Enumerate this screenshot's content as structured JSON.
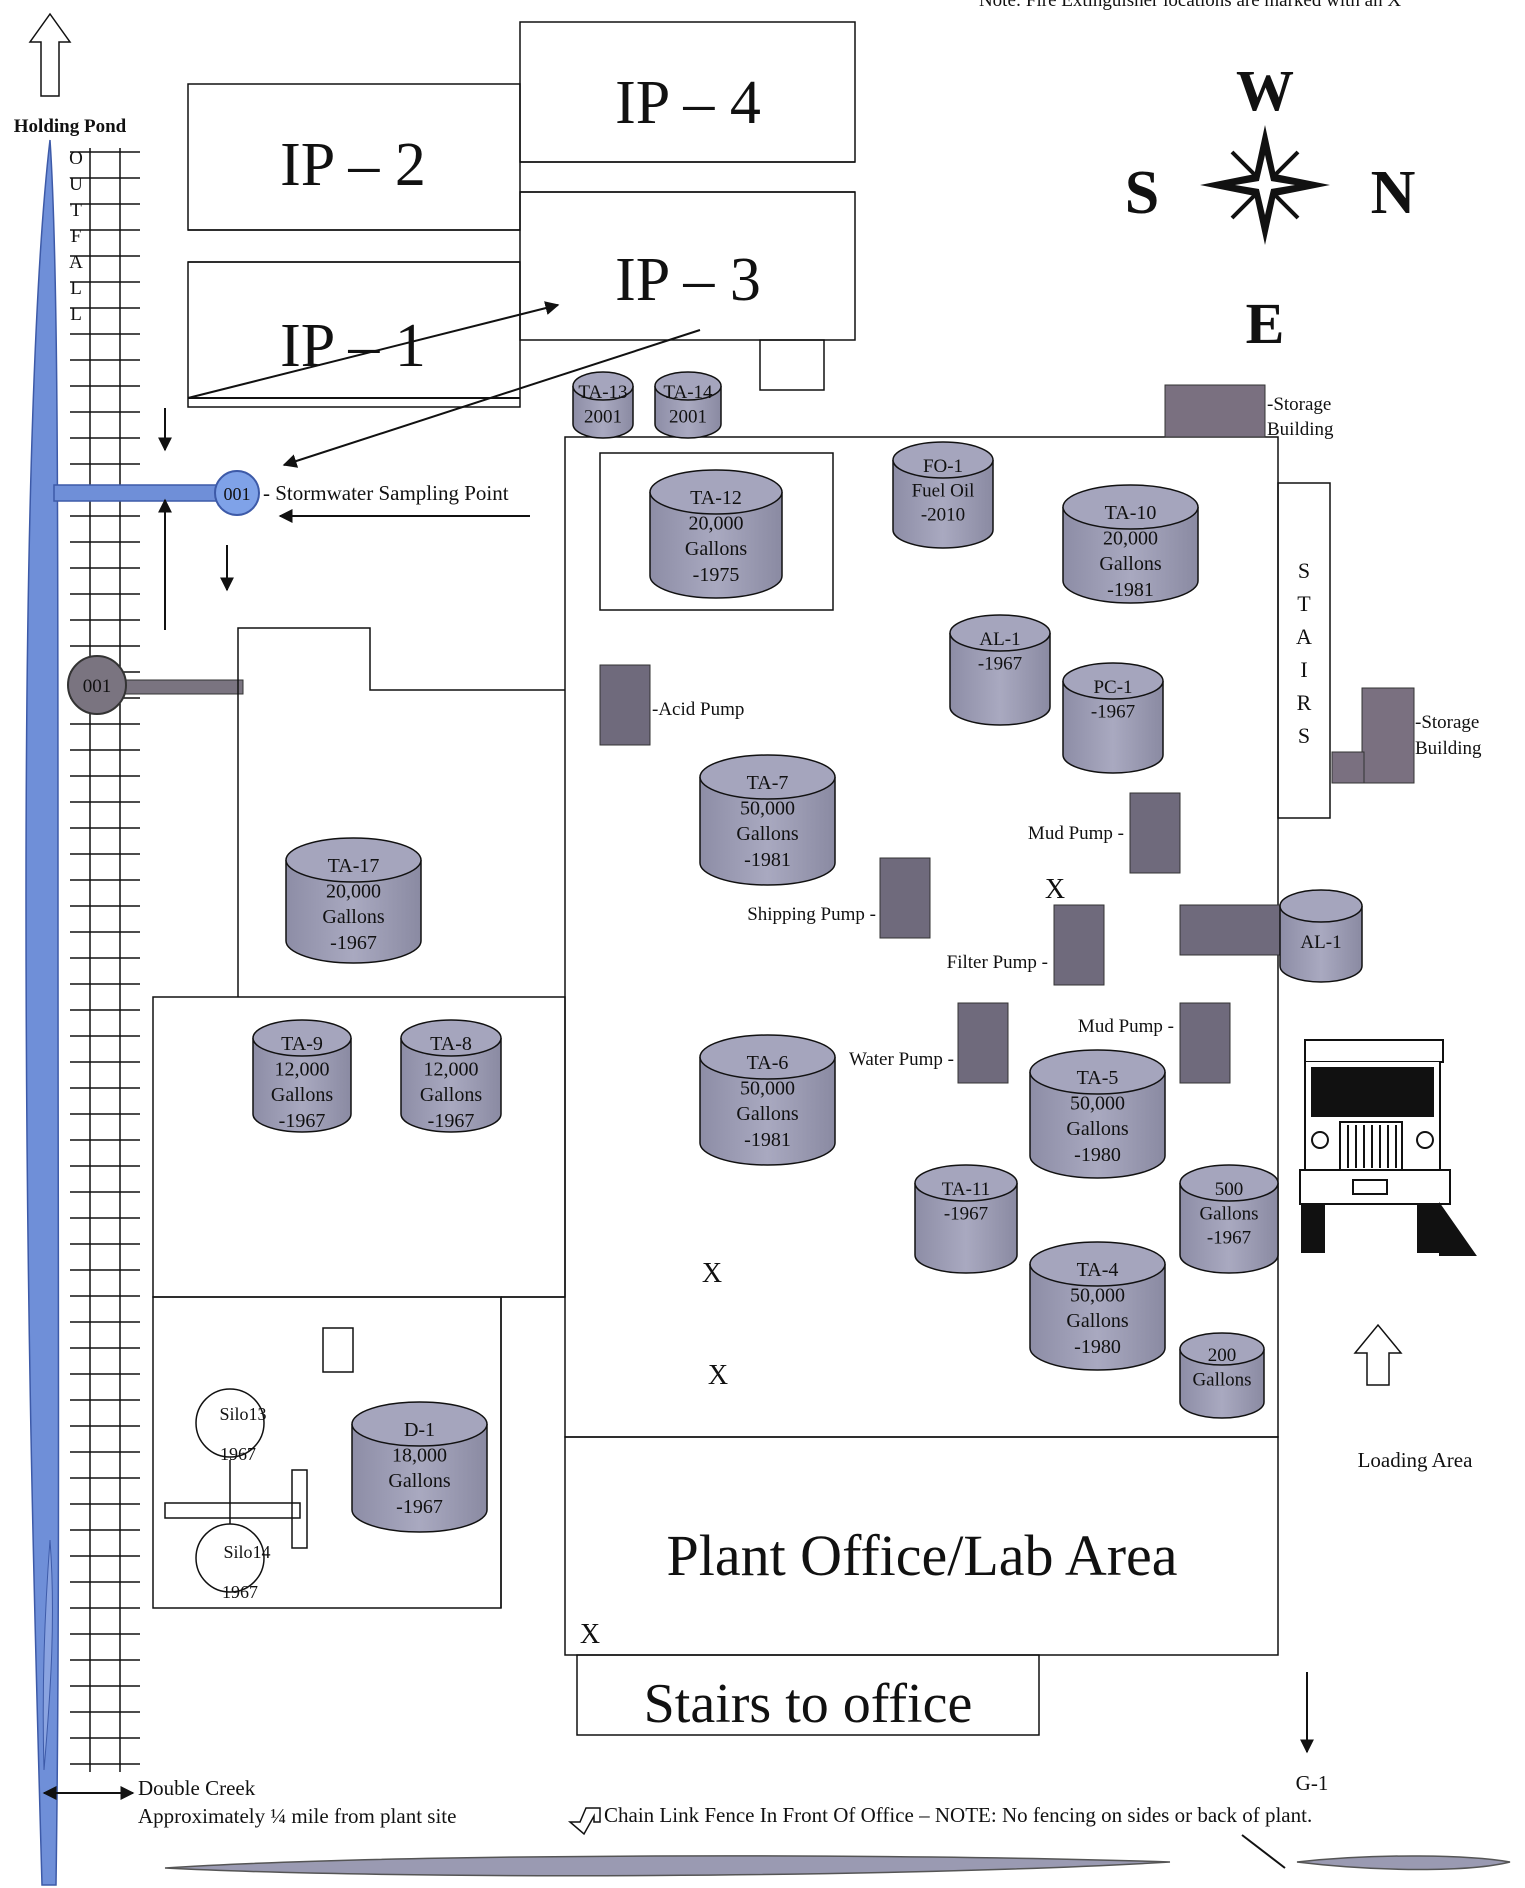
{
  "note": "Note: Fire Extinguisher locations are marked with an X",
  "compass": {
    "w": "W",
    "s": "S",
    "n": "N",
    "e": "E"
  },
  "impoundments": {
    "ip4": "IP – 4",
    "ip2": "IP – 2",
    "ip3": "IP – 3",
    "ip1": "IP – 1"
  },
  "holding_pond": "Holding Pond",
  "outfall_letters": [
    "O",
    "U",
    "T",
    "F",
    "A",
    "L",
    "L"
  ],
  "sampling_point": {
    "id": "001",
    "label": "- Stormwater Sampling Point"
  },
  "outfall_001": "001",
  "tanks": {
    "ta13": [
      "TA-13",
      "2001"
    ],
    "ta14": [
      "TA-14",
      "2001"
    ],
    "ta12": [
      "TA-12",
      "20,000",
      "Gallons",
      "-1975"
    ],
    "fo1": [
      "FO-1",
      "Fuel Oil",
      "-2010"
    ],
    "ta10": [
      "TA-10",
      "20,000",
      "Gallons",
      "-1981"
    ],
    "al1a": [
      "AL-1",
      "-1967"
    ],
    "pc1": [
      "PC-1",
      "-1967"
    ],
    "ta7": [
      "TA-7",
      "50,000",
      "Gallons",
      "-1981"
    ],
    "ta17": [
      "TA-17",
      "20,000",
      "Gallons",
      "-1967"
    ],
    "al1b": [
      "AL-1"
    ],
    "ta9": [
      "TA-9",
      "12,000",
      "Gallons",
      "-1967"
    ],
    "ta8": [
      "TA-8",
      "12,000",
      "Gallons",
      "-1967"
    ],
    "ta6": [
      "TA-6",
      "50,000",
      "Gallons",
      "-1981"
    ],
    "ta5": [
      "TA-5",
      "50,000",
      "Gallons",
      "-1980"
    ],
    "ta11": [
      "TA-11",
      "-1967"
    ],
    "t500": [
      "500",
      "Gallons",
      "-1967"
    ],
    "ta4": [
      "TA-4",
      "50,000",
      "Gallons",
      "-1980"
    ],
    "t200": [
      "200",
      "Gallons"
    ],
    "d1": [
      "D-1",
      "18,000",
      "Gallons",
      "-1967"
    ]
  },
  "silos": {
    "silo13": [
      "Silo13",
      "1967"
    ],
    "silo14": [
      "Silo14",
      "1967"
    ]
  },
  "labels": {
    "storage1": [
      "-Storage",
      "Building"
    ],
    "storage2": [
      "-Storage",
      "Building"
    ],
    "stairs_letters": [
      "S",
      "T",
      "A",
      "I",
      "R",
      "S"
    ],
    "acid_pump": "-Acid Pump",
    "mud_pump_1": "Mud Pump -",
    "shipping_pump": "Shipping Pump -",
    "filter_pump": "Filter Pump -",
    "mud_pump_2": "Mud Pump -",
    "water_pump": "Water Pump -",
    "loading_area": "Loading Area",
    "plant_office": "Plant Office/Lab Area",
    "stairs_office": "Stairs to office",
    "g1": "G-1",
    "double_creek": [
      "Double Creek",
      "Approximately ¼ mile from plant site"
    ],
    "fence": "Chain Link Fence In Front Of Office – NOTE: No fencing on sides or back of plant."
  },
  "fire_marker": "X",
  "colors": {
    "tank": "#9a9ab2",
    "pump": "#6f6a7c",
    "water": "#6f8fd8",
    "outfall": "#7a7480"
  }
}
